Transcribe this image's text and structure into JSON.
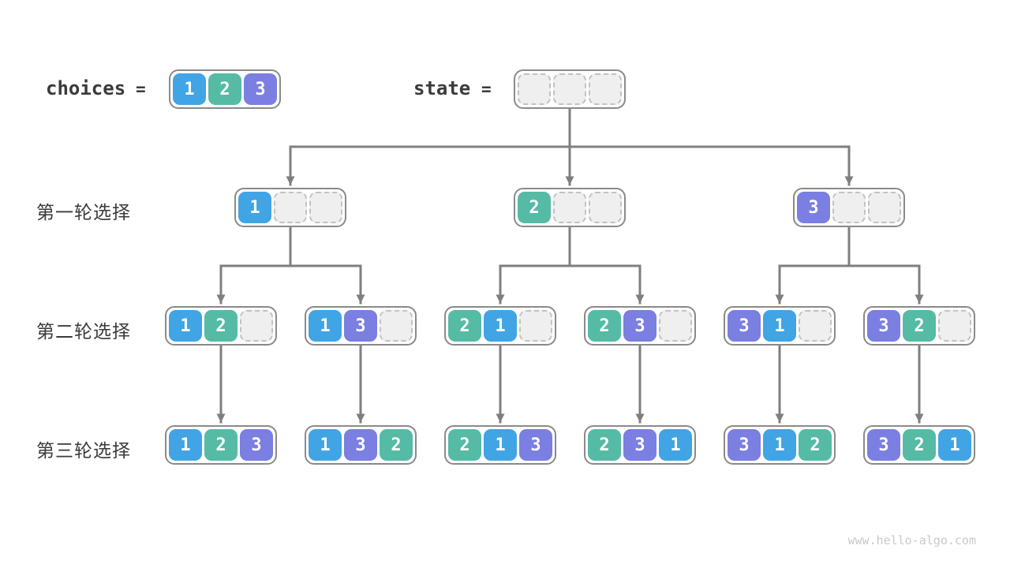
{
  "colors": {
    "c1": "#41A4E4",
    "c2": "#55BBA5",
    "c3": "#7A7FE1",
    "edge": "#7F7F7F"
  },
  "header": {
    "choices_label": "choices",
    "eq": "=",
    "choices_array": [
      "1",
      "2",
      "3"
    ],
    "state_label": "state",
    "state_array": [
      "",
      "",
      ""
    ]
  },
  "rows": [
    {
      "label": "第一轮选择",
      "nodes": [
        [
          "1",
          "",
          ""
        ],
        [
          "2",
          "",
          ""
        ],
        [
          "3",
          "",
          ""
        ]
      ]
    },
    {
      "label": "第二轮选择",
      "nodes": [
        [
          "1",
          "2",
          ""
        ],
        [
          "1",
          "3",
          ""
        ],
        [
          "2",
          "1",
          ""
        ],
        [
          "2",
          "3",
          ""
        ],
        [
          "3",
          "1",
          ""
        ],
        [
          "3",
          "2",
          ""
        ]
      ]
    },
    {
      "label": "第三轮选择",
      "nodes": [
        [
          "1",
          "2",
          "3"
        ],
        [
          "1",
          "3",
          "2"
        ],
        [
          "2",
          "1",
          "3"
        ],
        [
          "2",
          "3",
          "1"
        ],
        [
          "3",
          "1",
          "2"
        ],
        [
          "3",
          "2",
          "1"
        ]
      ]
    }
  ],
  "watermark": "www.hello-algo.com"
}
